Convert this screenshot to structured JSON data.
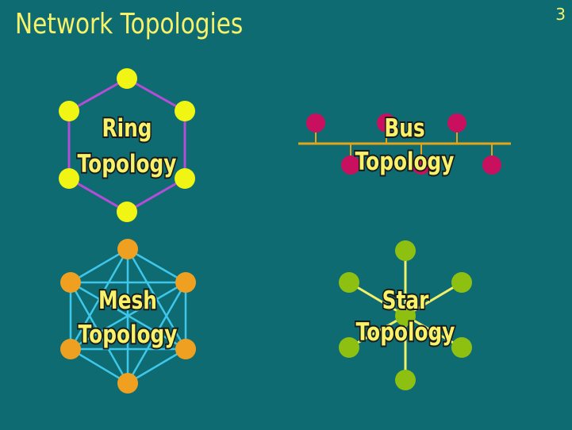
{
  "slide": {
    "title": "Network Topologies",
    "page_number": "3"
  },
  "colors": {
    "background": "#0e6b72",
    "title": "#f7f26a",
    "ring_node": "#f0f514",
    "ring_line": "#b24ed6",
    "bus_node": "#c8105f",
    "bus_line": "#e5a418",
    "mesh_node": "#f0a020",
    "mesh_line": "#3ec7ea",
    "star_node": "#8ec012",
    "star_line": "#f2f06a"
  },
  "topologies": {
    "ring": {
      "label_1": "Ring",
      "label_2": "Topology"
    },
    "bus": {
      "label_1": "Bus",
      "label_2": "Topology"
    },
    "mesh": {
      "label_1": "Mesh",
      "label_2": "Topology"
    },
    "star": {
      "label_1": "Star",
      "label_2": "Topology"
    }
  }
}
